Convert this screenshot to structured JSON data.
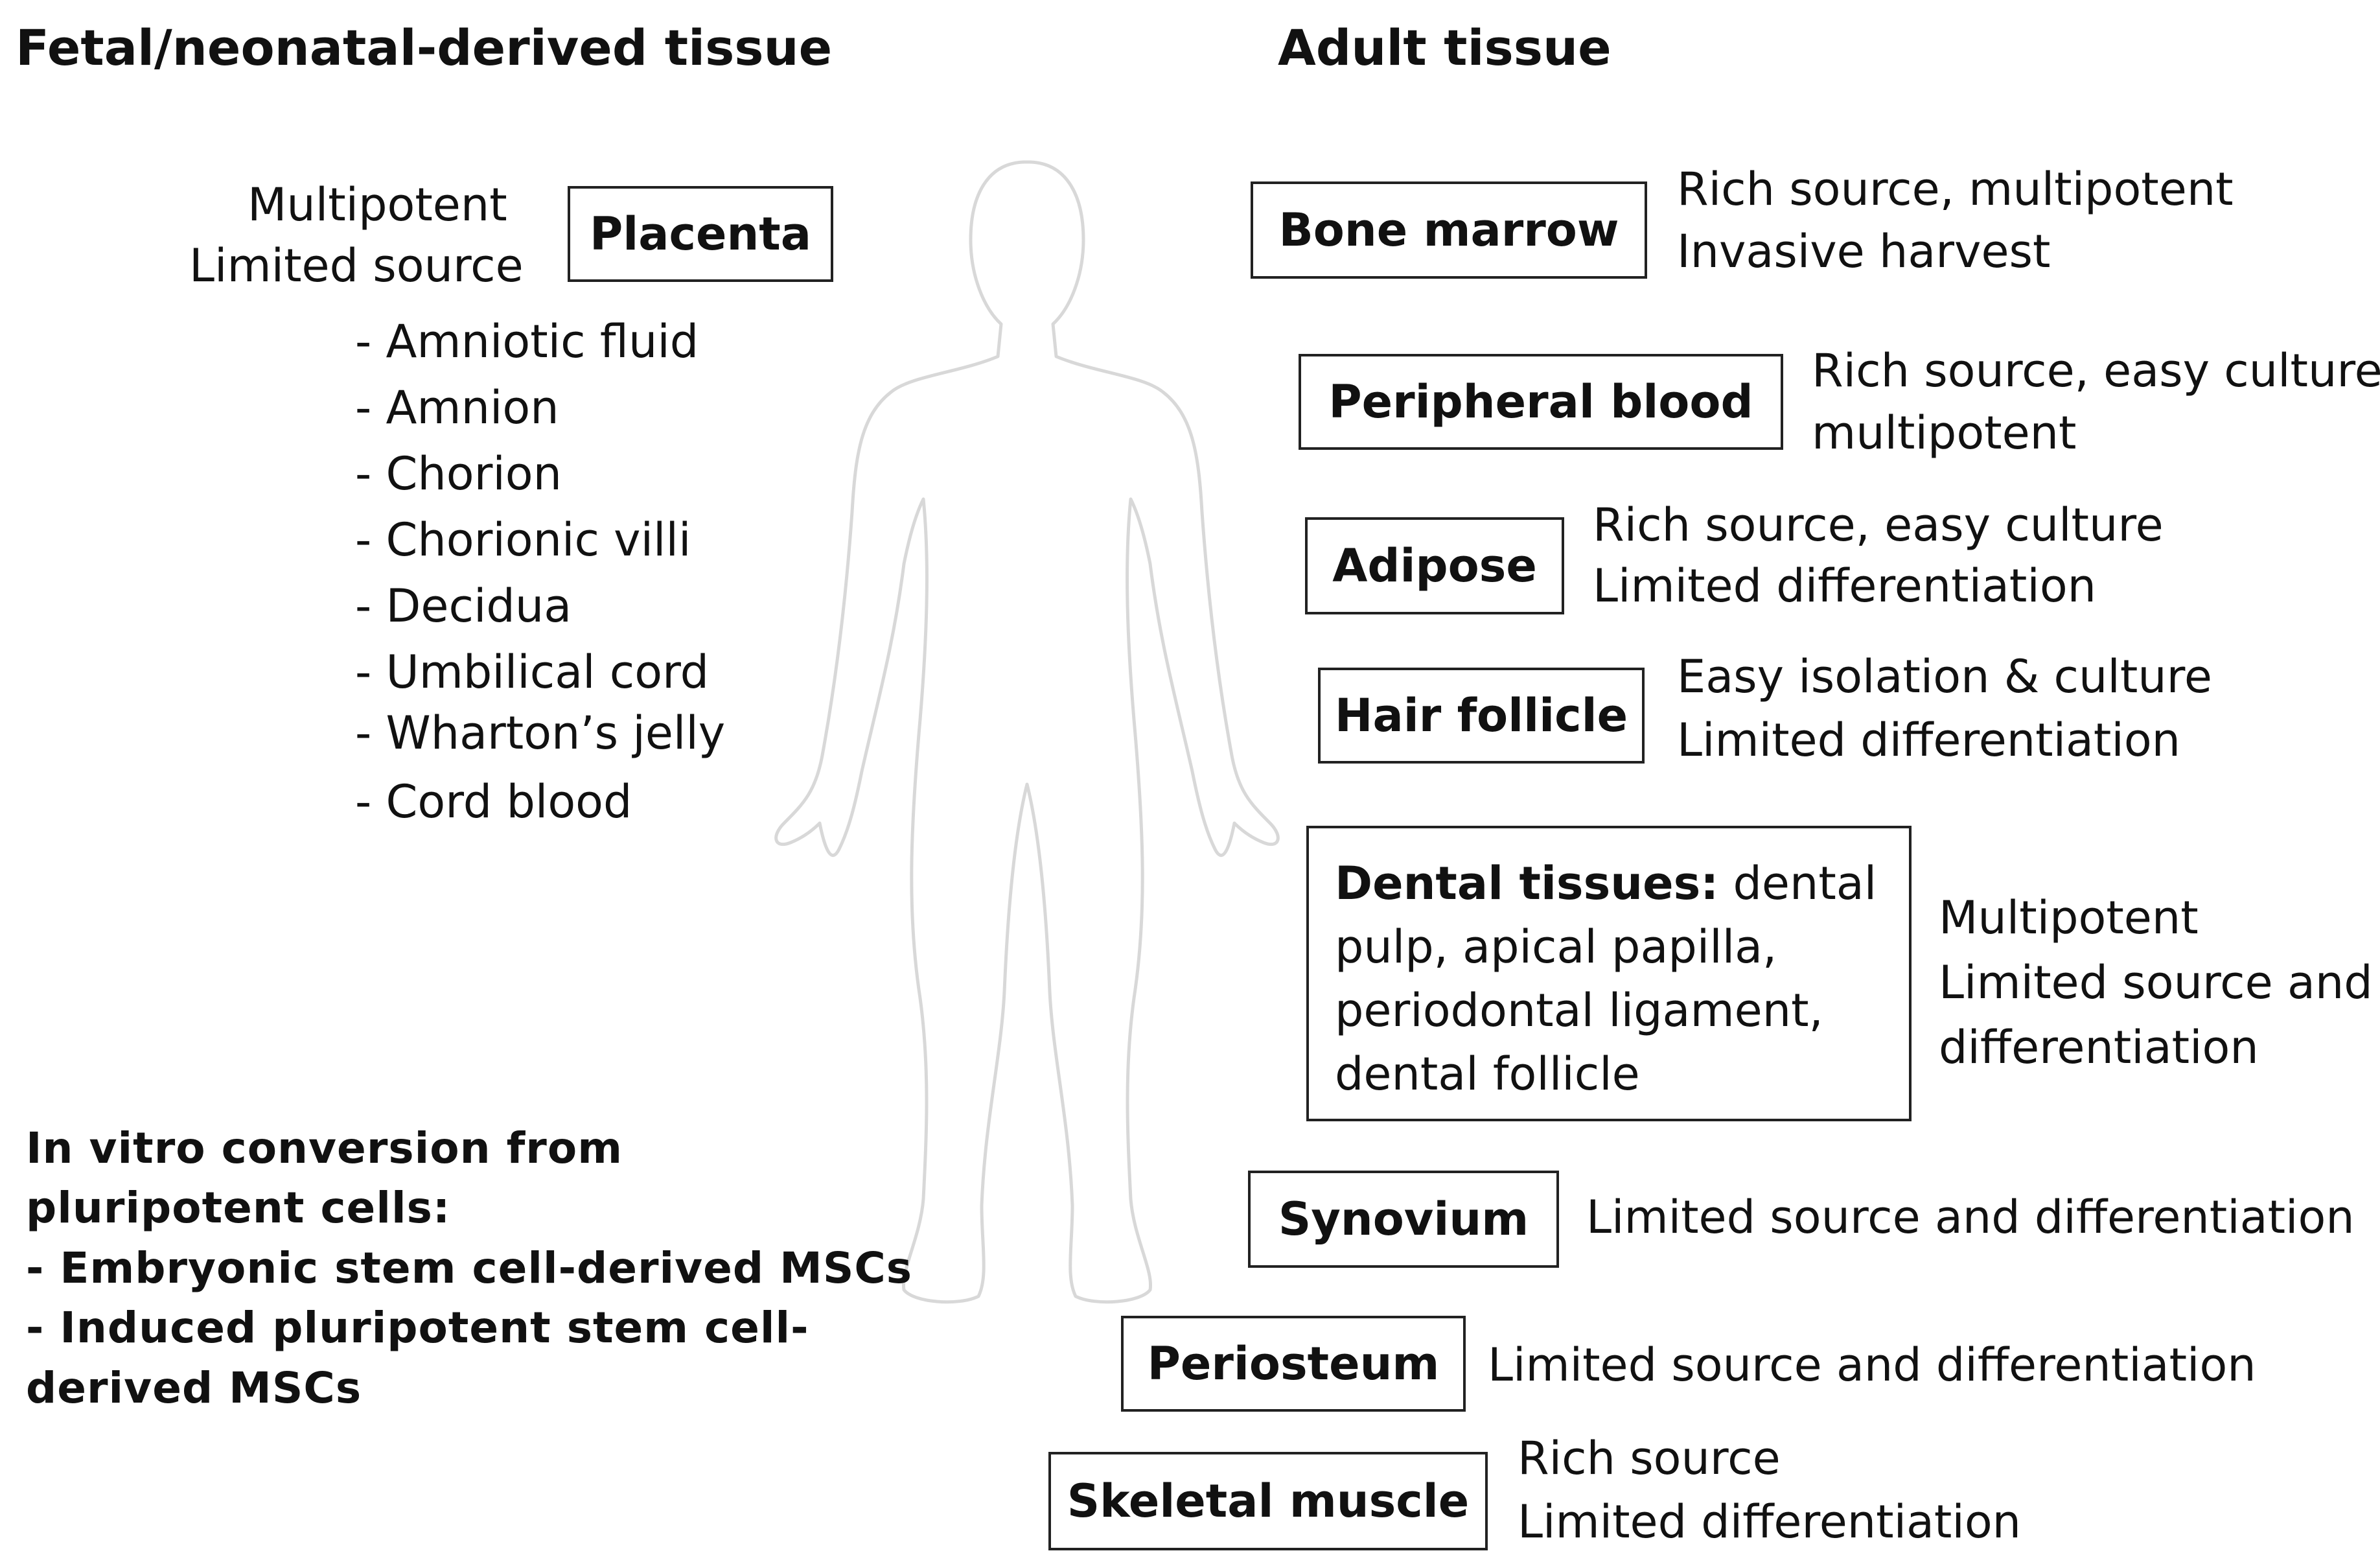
{
  "headings": {
    "fetal": "Fetal/neonatal-derived tissue",
    "adult": "Adult tissue"
  },
  "fetal": {
    "note_line1": "Multipotent",
    "note_line2": "Limited source",
    "placenta_label": "Placenta",
    "items": [
      "- Amniotic fluid",
      "- Amnion",
      "- Chorion",
      "- Chorionic villi",
      "- Decidua",
      "- Umbilical cord",
      "- Wharton’s jelly",
      "- Cord blood"
    ]
  },
  "invitro": {
    "title_line1": "In vitro conversion from",
    "title_line2": "pluripotent cells:",
    "item1": "- Embryonic stem cell-derived MSCs",
    "item2_line1": "- Induced pluripotent stem cell-",
    "item2_line2": "derived MSCs"
  },
  "adult": {
    "bone_marrow": {
      "label": "Bone marrow",
      "note1": "Rich source, multipotent",
      "note2": "Invasive harvest"
    },
    "peripheral_blood": {
      "label": "Peripheral blood",
      "note1": "Rich source, easy culture",
      "note2": "multipotent"
    },
    "adipose": {
      "label": "Adipose",
      "note1": "Rich source, easy culture",
      "note2": "Limited differentiation"
    },
    "hair_follicle": {
      "label": "Hair follicle",
      "note1": "Easy isolation & culture",
      "note2": "Limited differentiation"
    },
    "dental": {
      "label_bold": "Dental tissues:",
      "label_rest1": " dental",
      "line2": "pulp, apical papilla,",
      "line3": "periodontal ligament,",
      "line4": "dental follicle",
      "note1": "Multipotent",
      "note2": "Limited source and",
      "note3": "differentiation"
    },
    "synovium": {
      "label": "Synovium",
      "note1": "Limited source and differentiation"
    },
    "periosteum": {
      "label": "Periosteum",
      "note1": "Limited source and differentiation"
    },
    "skeletal_muscle": {
      "label": "Skeletal muscle",
      "note1": "Rich source",
      "note2": "Limited differentiation"
    }
  },
  "colors": {
    "text": "#111111",
    "box_border": "#222222",
    "silhouette": "#d8d8d8"
  }
}
